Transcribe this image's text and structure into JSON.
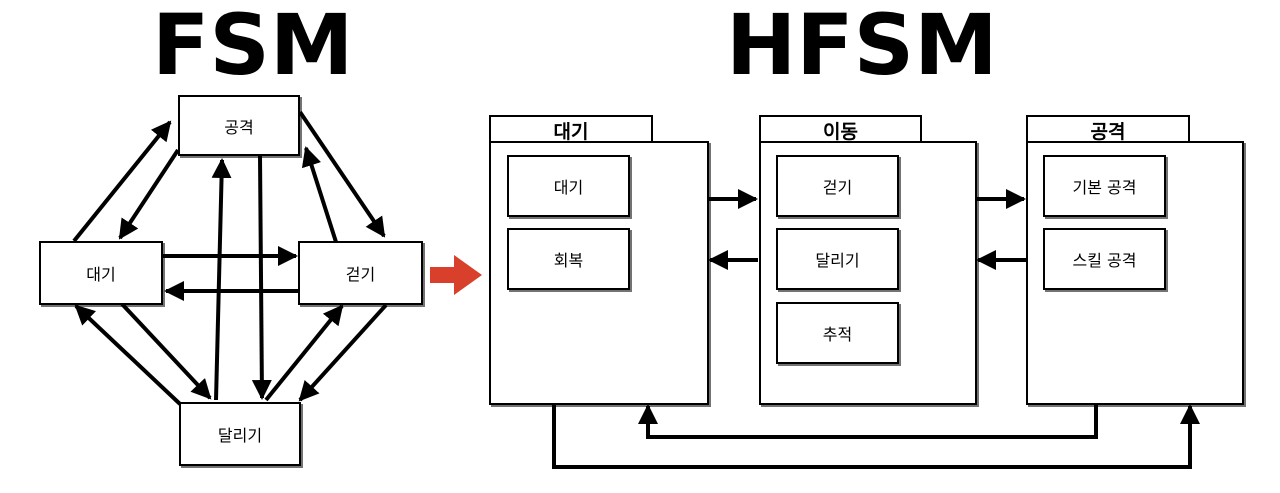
{
  "fsm": {
    "title": "FSM",
    "states": {
      "attack": "공격",
      "idle": "대기",
      "walk": "걷기",
      "run": "달리기"
    }
  },
  "hfsm": {
    "title": "HFSM",
    "groups": {
      "idle": {
        "label": "대기",
        "children": [
          "대기",
          "회복"
        ]
      },
      "move": {
        "label": "이동",
        "children": [
          "걷기",
          "달리기",
          "추적"
        ]
      },
      "attack": {
        "label": "공격",
        "children": [
          "기본 공격",
          "스킬 공격"
        ]
      }
    }
  },
  "colors": {
    "stroke": "#000000",
    "transition_arrow": "#d9402b"
  }
}
